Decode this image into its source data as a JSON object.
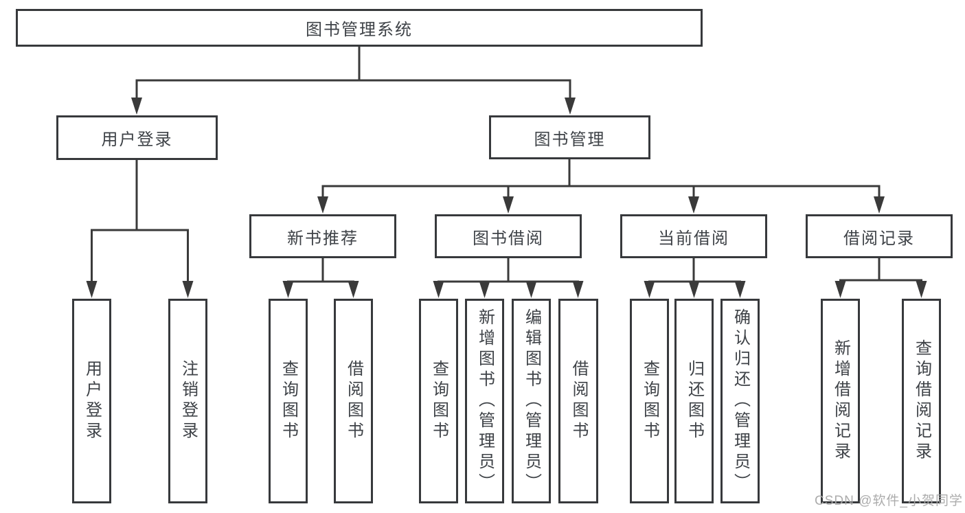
{
  "title": {
    "label": "图书管理系统"
  },
  "level2": {
    "user_login": {
      "label": "用户登录"
    },
    "book_management": {
      "label": "图书管理"
    }
  },
  "level3": {
    "new_book_recommend": {
      "label": "新书推荐"
    },
    "book_borrow": {
      "label": "图书借阅"
    },
    "current_borrow": {
      "label": "当前借阅"
    },
    "borrow_records": {
      "label": "借阅记录"
    }
  },
  "leaves": {
    "user_login": "用户登录",
    "logout": "注销登录",
    "nb_query_books": "查询图书",
    "nb_borrow_books": "借阅图书",
    "bb_query_books": "查询图书",
    "bb_add_books": "新增图书（管理员）",
    "bb_edit_books": "编辑图书（管理员）",
    "bb_borrow_books": "借阅图书",
    "cb_query_books": "查询图书",
    "cb_return_books": "归还图书",
    "cb_confirm_return": "确认归还（管理员）",
    "br_add_record": "新增借阅记录",
    "br_query_record": "查询借阅记录"
  },
  "watermark": "CSDN @软件_小贺同学",
  "colors": {
    "line": "#3a3a3a",
    "border": "#37393c",
    "text": "#3e4247",
    "watermark": "#a8a8a8",
    "background": "#ffffff"
  }
}
